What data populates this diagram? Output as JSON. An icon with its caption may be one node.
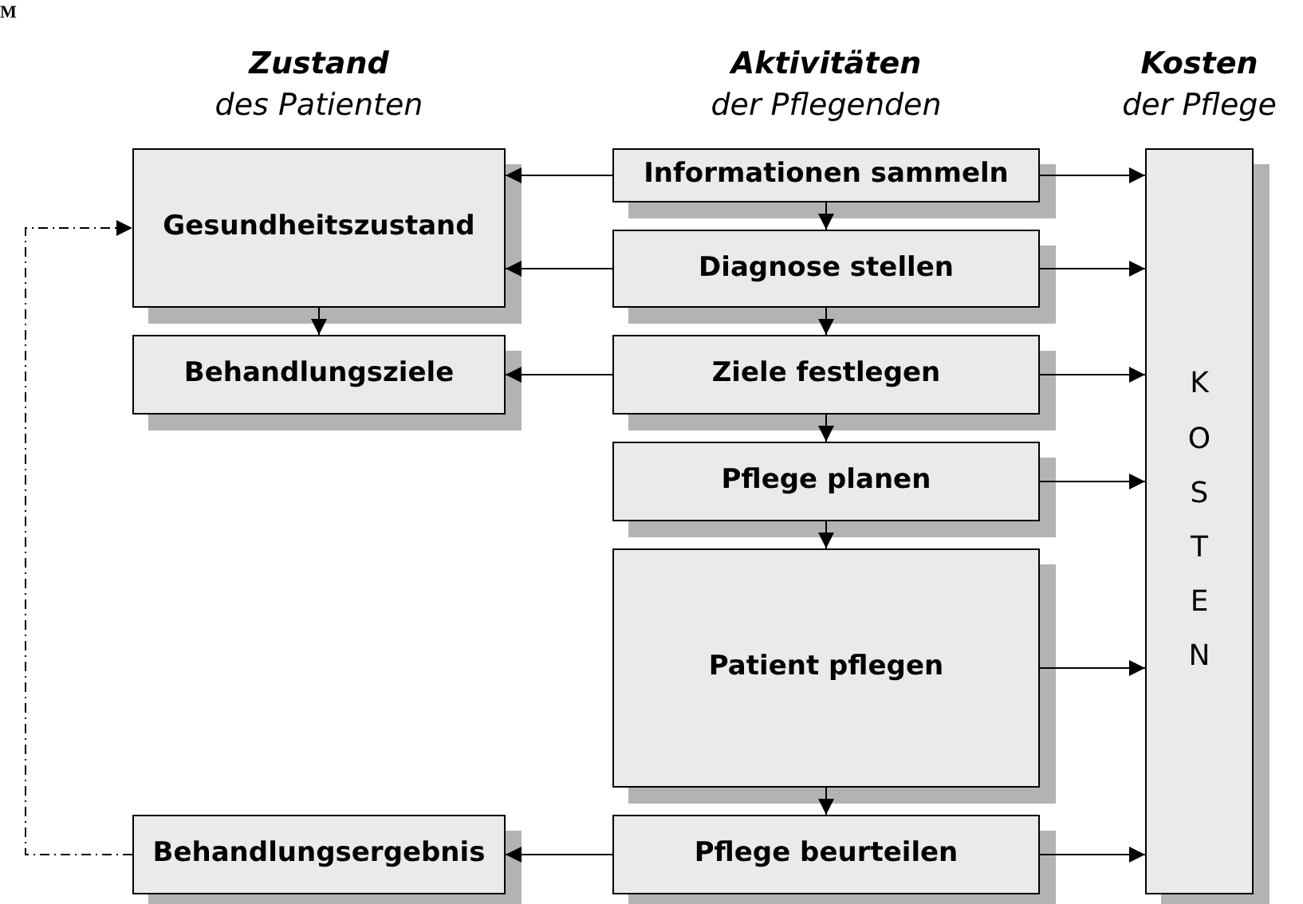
{
  "diagram": {
    "nodes": [
      {
        "text": [
          "Gesundheitszustand"
        ]
      },
      {
        "text": [
          "Behandlungsziele"
        ]
      },
      {
        "text": [
          "Behandlungsergebnis"
        ]
      },
      {
        "text": [
          "Informationen sammeln"
        ]
      },
      {
        "text": [
          "Diagnose stellen"
        ]
      },
      {
        "text": [
          "Ziele festlegen"
        ]
      },
      {
        "text": [
          "Pflege planen"
        ]
      },
      {
        "text": [
          "Patient pflegen"
        ]
      },
      {
        "text": [
          "Pflege beurteilen"
        ]
      },
      {
        "text": [
          "KOSTEN"
        ]
      }
    ],
    "edges": [
      {
        "from": 3,
        "to": 0,
        "arrow": "to"
      },
      {
        "from": 4,
        "to": 0,
        "arrow": "to"
      },
      {
        "from": 0,
        "to": 1,
        "arrow": "to"
      },
      {
        "from": 5,
        "to": 1,
        "arrow": "to"
      },
      {
        "from": 8,
        "to": 2,
        "arrow": "to"
      },
      {
        "from": 2,
        "to": 0,
        "arrow": "to",
        "style": "dashed"
      },
      {
        "from": 3,
        "to": 4,
        "arrow": "to"
      },
      {
        "from": 4,
        "to": 5,
        "arrow": "to"
      },
      {
        "from": 5,
        "to": 6,
        "arrow": "to"
      },
      {
        "from": 6,
        "to": 7,
        "arrow": "to"
      },
      {
        "from": 7,
        "to": 8,
        "arrow": "to"
      },
      {
        "from": 3,
        "to": 9,
        "arrow": "to"
      },
      {
        "from": 4,
        "to": 9,
        "arrow": "to"
      },
      {
        "from": 5,
        "to": 9,
        "arrow": "to"
      },
      {
        "from": 6,
        "to": 9,
        "arrow": "to"
      },
      {
        "from": 7,
        "to": 9,
        "arrow": "to"
      },
      {
        "from": 8,
        "to": 9,
        "arrow": "to"
      }
    ],
    "labels": [
      "M",
      "Zustand",
      "des Patienten",
      "Aktivitäten",
      "der Pflegenden",
      "Kosten",
      "der Pflege"
    ]
  }
}
